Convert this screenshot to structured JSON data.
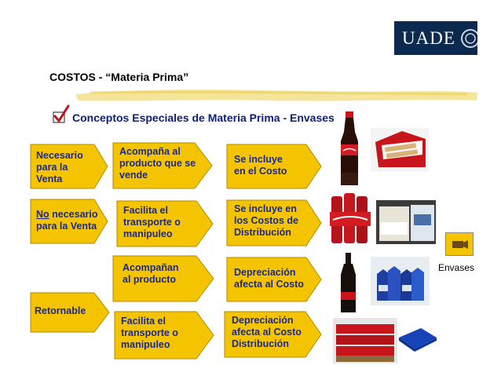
{
  "logo": {
    "text": "UADE"
  },
  "title": "COSTOS - “Materia Prima”",
  "subtitle": "Conceptos Especiales de Materia Prima - Envases",
  "rows": {
    "r1": {
      "a": [
        "Necesario",
        "para la",
        "Venta"
      ],
      "b": [
        "Acompaña al",
        "producto que se",
        "vende"
      ],
      "c": [
        "Se incluye",
        "en el Costo"
      ]
    },
    "r2": {
      "a_prefix": "No",
      "a_rest": " necesario",
      "a2": "para la Venta",
      "b": [
        "Facilita el",
        "transporte o",
        "manipuleo"
      ],
      "c": [
        "Se incluye en",
        "los Costos de",
        "Distribución"
      ]
    },
    "r3": {
      "b": [
        "Acompañan",
        "al producto"
      ],
      "c": [
        "Depreciación",
        "afecta al Costo"
      ]
    },
    "r4": {
      "a": [
        "Retornable"
      ],
      "b": [
        "Facilita el",
        "transporte o",
        "manipuleo"
      ],
      "c": [
        "Depreciación",
        "afecta al Costo",
        "Distribución"
      ]
    }
  },
  "side": {
    "label": "Envases"
  },
  "colors": {
    "arrow_fill": "#f5c400",
    "arrow_stroke": "#b08a00",
    "text_blue": "#1b2a8a",
    "logo_bg": "#0c2a4f",
    "check": "#c0161b"
  }
}
